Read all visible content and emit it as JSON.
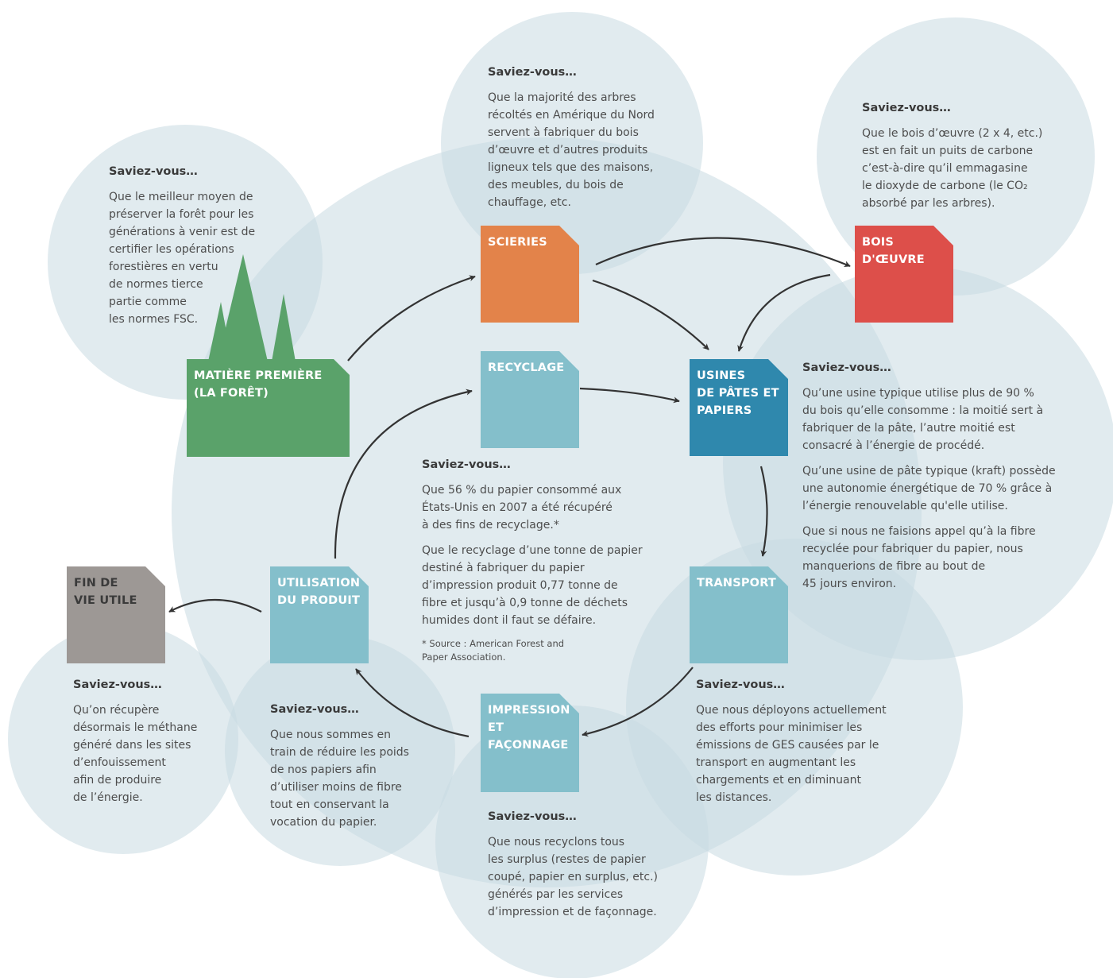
{
  "colors": {
    "circle": "#c9dbe1",
    "arrow": "#333333",
    "scieries": "#e3834a",
    "bois": "#dd4f4a",
    "usines": "#2f88ad",
    "light": "#84bfcb",
    "foret": "#5aa26a",
    "fin": "#9d9895"
  },
  "nodes": {
    "scieries": "SCIERIES",
    "bois": "BOIS\nD'ŒUVRE",
    "recyclage": "RECYCLAGE",
    "usines": "USINES\nDE PÂTES ET\nPAPIERS",
    "matiere": "MATIÈRE PREMIÈRE\n(LA FORÊT)",
    "transport": "TRANSPORT",
    "utilisation": "UTILISATION\nDU PRODUIT",
    "fin": "FIN DE\nVIE UTILE",
    "impression": "IMPRESSION\nET\nFAÇONNAGE"
  },
  "heading": "Saviez-vous…",
  "facts": {
    "scieries": "Que la majorité des arbres\nrécoltés en Amérique du Nord\nservent à fabriquer du bois\nd’œuvre et d’autres produits\nligneux tels que des maisons,\ndes meubles, du bois de\nchauffage, etc.",
    "bois": "Que le bois d’œuvre (2 x 4, etc.)\nest en fait un puits de carbone\nc’est-à-dire qu’il emmagasine\nle dioxyde de carbone (le CO₂\nabsorbé par les arbres).",
    "foret": "Que le meilleur moyen de\npréserver la forêt pour les\ngénérations à venir est de\ncertifier les opérations\nforestières en vertu\nde normes tierce\npartie comme\nles normes FSC.",
    "usines_1": "Qu’une usine typique utilise plus de 90 %\ndu bois qu’elle consomme : la moitié sert à\nfabriquer de la pâte, l’autre moitié est\nconsacré à l’énergie de procédé.",
    "usines_2": "Qu’une usine de pâte typique (kraft) possède\nune autonomie énergétique de 70 % grâce à\nl’énergie renouvelable qu'elle utilise.",
    "usines_3": "Que si nous ne faisions appel qu’à la fibre\nrecyclée pour fabriquer du papier, nous\nmanquerions de fibre au bout de\n45 jours environ.",
    "recyclage_1": "Que 56 % du papier consommé aux\nÉtats-Unis en 2007 a été récupéré\nà des fins de recyclage.*",
    "recyclage_2": "Que le recyclage d’une tonne de papier\ndestiné à fabriquer du papier\nd’impression produit 0,77 tonne de\nfibre et jusqu’à 0,9 tonne de déchets\nhumides dont il faut se défaire.",
    "recyclage_note": "* Source : American Forest and\n   Paper Association.",
    "fin": "Qu’on récupère\ndésormais le méthane\ngénéré dans les sites\nd’enfouissement\nafin de produire\nde l’énergie.",
    "utilisation": "Que nous sommes en\ntrain de réduire les poids\nde nos papiers afin\nd’utiliser moins de fibre\ntout en conservant la\nvocation du papier.",
    "transport": "Que nous déployons actuellement\ndes efforts pour minimiser les\némissions de GES causées par le\ntransport en augmentant les\nchargements et en diminuant\nles distances.",
    "impression": "Que nous recyclons tous\nles surplus (restes de papier\ncoupé, papier en surplus, etc.)\ngénérés par les services\nd’impression et de façonnage."
  }
}
